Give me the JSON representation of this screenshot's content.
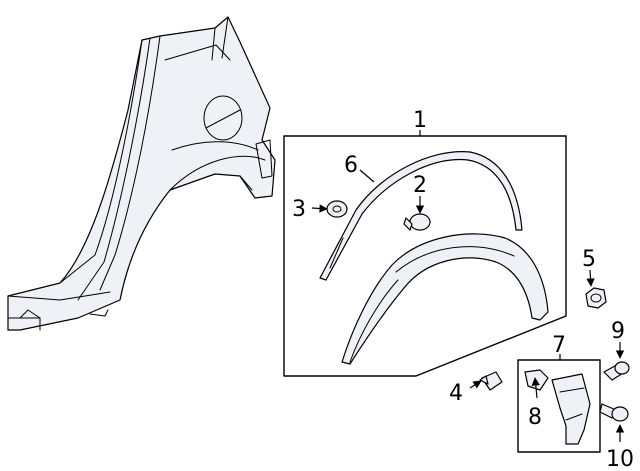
{
  "callouts": {
    "c1": "1",
    "c2": "2",
    "c3": "3",
    "c4": "4",
    "c5": "5",
    "c6": "6",
    "c7": "7",
    "c8": "8",
    "c9": "9",
    "c10": "10"
  },
  "colors": {
    "line": "#000000",
    "part_fill": "#eef1f6",
    "background": "#ffffff"
  }
}
